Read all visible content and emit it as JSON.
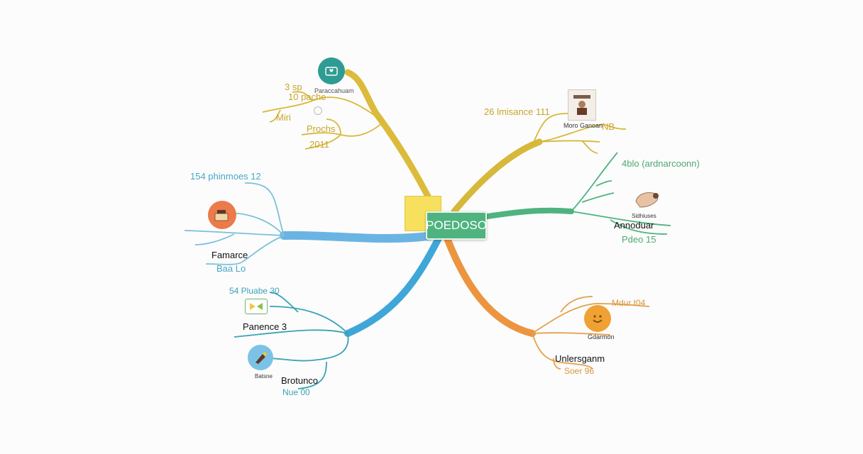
{
  "central_topic": "POEDOSO",
  "branches": {
    "top_left": {
      "title": "Paraccahuam",
      "lines": [
        "3 sp",
        "10 pache",
        "Miri",
        "Prochs",
        "2011"
      ]
    },
    "top_right": {
      "heading": "26 lmisance 111",
      "title": "Moro Ganoan",
      "value": "NB"
    },
    "right": {
      "heading": "4blo (ardnarcoonn)",
      "title": "Annoduar",
      "caption": "Sidhiuses",
      "value": "Pdeo 15"
    },
    "bottom_right": {
      "heading": "Mdur t04",
      "caption": "Gdarmon",
      "title": "Unlersganm",
      "value": "Soer 96"
    },
    "left": {
      "heading": "154 phinmoes 12",
      "title": "Famarce",
      "value": "Baa Lo"
    },
    "bottom_left": {
      "heading": "54 Pluabe 30",
      "title": "Panence 3",
      "caption": "Batsne",
      "title2": "Brotunco",
      "value": "Nue 00"
    }
  },
  "colors": {
    "yellow": "#d8b83a",
    "blue": "#6ab4e4",
    "green": "#4fb37f",
    "orange": "#ec9540",
    "teal": "#3aa3b5",
    "light_blue": "#7cc0dc"
  },
  "icons": [
    "heart-badge-icon",
    "portrait-icon",
    "hand-icon",
    "smiley-icon",
    "coffee-icon",
    "tag-icon",
    "brush-icon"
  ]
}
